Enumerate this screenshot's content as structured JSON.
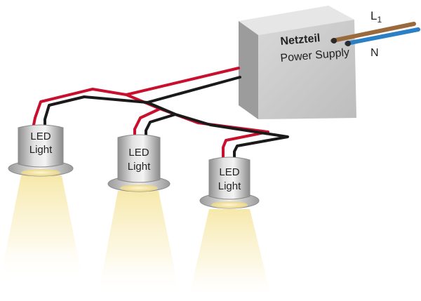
{
  "power_supply": {
    "title": "Netzteil",
    "subtitle": "Power Supply"
  },
  "mains": {
    "live_label_main": "L",
    "live_label_sub": "1",
    "neutral_label": "N",
    "live_color": "#9a6a3c",
    "neutral_color": "#2b7fc4"
  },
  "lights": [
    {
      "line1": "LED",
      "line2": "Light"
    },
    {
      "line1": "LED",
      "line2": "Light"
    },
    {
      "line1": "LED",
      "line2": "Light"
    }
  ],
  "colors": {
    "positive_wire": "#c8102e",
    "negative_wire": "#1a1a1a",
    "box_face": "#c9c9c9",
    "beam": "#fbf3c9"
  }
}
